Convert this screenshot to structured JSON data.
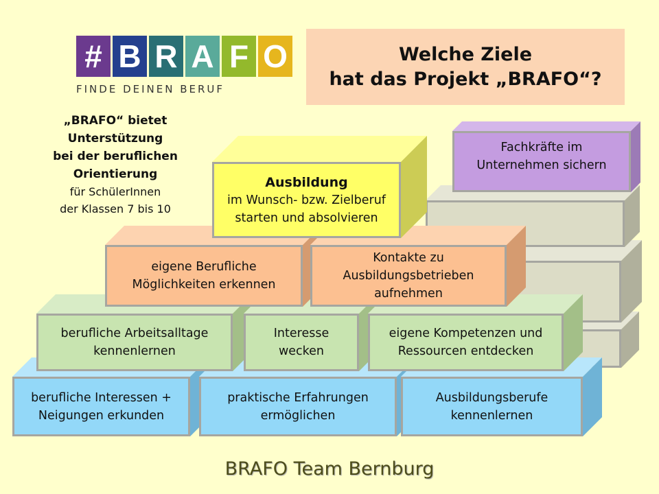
{
  "logo": {
    "letters": [
      "#",
      "B",
      "R",
      "A",
      "F",
      "O"
    ],
    "colors": [
      "#6b3a8e",
      "#24408e",
      "#2a6f74",
      "#5aaa9a",
      "#93b92c",
      "#e6b61e"
    ],
    "tagline": "FINDE DEINEN BERUF"
  },
  "title": {
    "line1": "Welche Ziele",
    "line2": "hat das Projekt „BRAFO“?"
  },
  "intro": {
    "l1": "„BRAFO“ bietet",
    "l2": "Unterstützung",
    "l3": "bei der beruflichen",
    "l4": "Orientierung",
    "l5": "für SchülerInnen",
    "l6": "der Klassen 7 bis 10"
  },
  "pyramid": {
    "row1": [
      {
        "l1": "berufliche Interessen +",
        "l2": "Neigungen erkunden"
      },
      {
        "l1": "praktische Erfahrungen",
        "l2": "ermöglichen"
      },
      {
        "l1": "Ausbildungsberufe",
        "l2": "kennenlernen"
      }
    ],
    "row2": [
      {
        "l1": "berufliche Arbeitsalltage",
        "l2": "kennenlernen"
      },
      {
        "l1": "Interesse",
        "l2": "wecken"
      },
      {
        "l1": "eigene Kompetenzen und",
        "l2": "Ressourcen entdecken"
      }
    ],
    "row3": [
      {
        "l1": "eigene Berufliche",
        "l2": "Möglichkeiten erkennen"
      },
      {
        "l1": "Kontakte zu",
        "l2": "Ausbildungsbetrieben",
        "l3": "aufnehmen"
      }
    ],
    "top": {
      "l1": "Ausbildung",
      "l2": "im Wunsch- bzw. Zielberuf",
      "l3": "starten und absolvieren"
    },
    "employer": {
      "l1": "Fachkräfte im",
      "l2": "Unternehmen sichern"
    }
  },
  "footer": "BRAFO Team Bernburg"
}
